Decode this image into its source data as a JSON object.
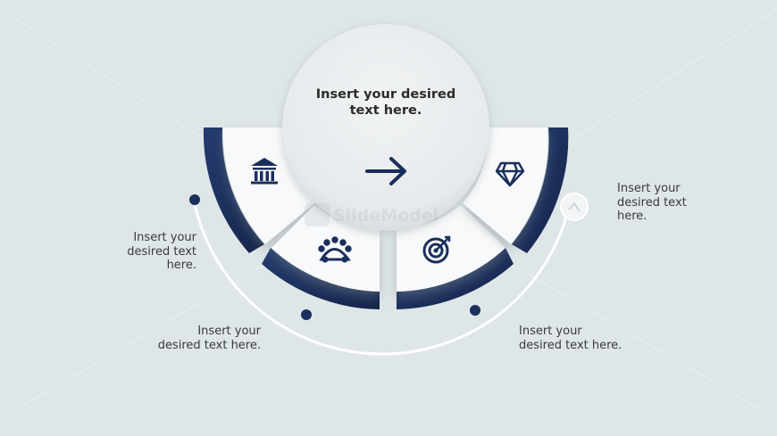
{
  "center": {
    "text": "Insert your desired text here."
  },
  "segments": [
    {
      "icon": "bank-icon"
    },
    {
      "icon": "team-meeting-icon"
    },
    {
      "icon": "target-icon"
    },
    {
      "icon": "diamond-icon"
    }
  ],
  "labels": [
    {
      "text": "Insert your desired text here."
    },
    {
      "text": "Insert your desired text here."
    },
    {
      "text": "Insert your desired text here."
    },
    {
      "text": "Insert your desired text here."
    }
  ],
  "colors": {
    "background": "#dfe6e8",
    "accent": "#1b2f5c",
    "panel": "#f7f8f9",
    "track": "#ffffff"
  }
}
